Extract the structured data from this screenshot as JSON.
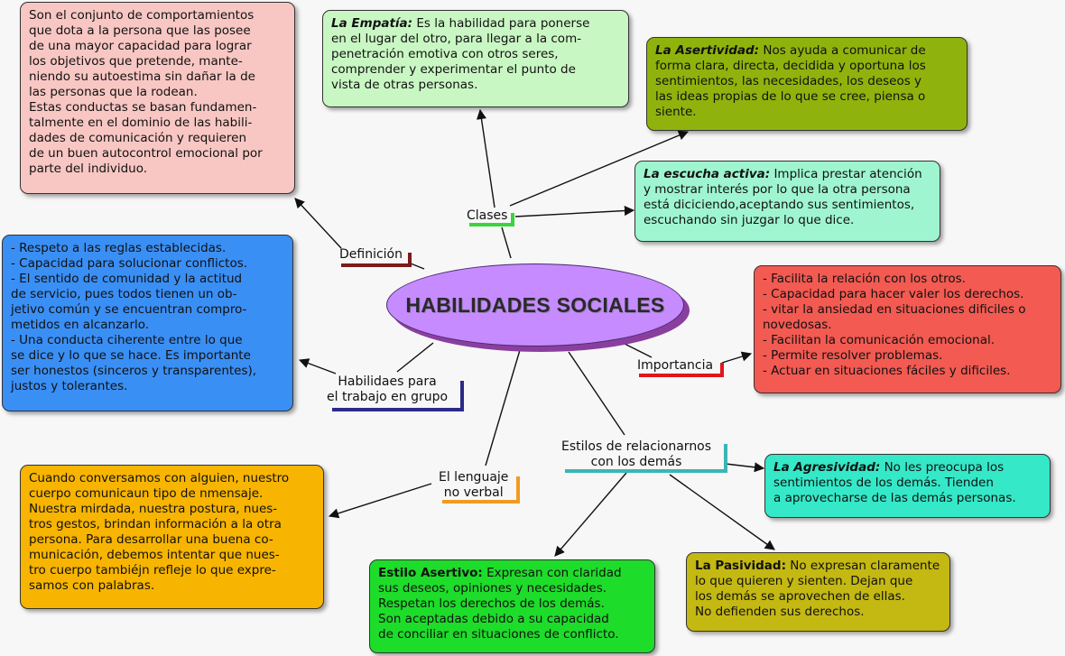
{
  "center": {
    "title": "HABILIDADES SOCIALES"
  },
  "labels": {
    "definicion": "Definición",
    "clases": "Clases",
    "importancia": "Importancia",
    "grupo": [
      "Habilidaes para",
      "el trabajo en grupo"
    ],
    "lenguaje": [
      "El lenguaje",
      "no verbal"
    ],
    "estilos": [
      "Estilos de relacionarnos",
      "con los demás"
    ]
  },
  "boxes": {
    "definicion": {
      "lines": [
        "Son el conjunto de comportamientos",
        "que dota a la persona que las posee",
        "de una mayor capacidad para lograr",
        "los objetivos que pretende, mante-",
        "niendo su autoestima sin dañar la de",
        "las personas que la rodean.",
        "Estas conductas se basan fundamen-",
        "talmente en el dominio de las habili-",
        "dades de comunicación y requieren",
        "de un buen autocontrol emocional por",
        "parte del individuo."
      ]
    },
    "empatia": {
      "title": "La Empatía:",
      "first": "Es la habilidad para ponerse",
      "lines": [
        "en el lugar del otro, para llegar a la com-",
        "penetración emotiva con otros seres,",
        "comprender y experimentar el punto de",
        "vista de otras personas."
      ]
    },
    "asertividad": {
      "title": "La Asertividad:",
      "first": "Nos ayuda a comunicar de",
      "lines": [
        "forma clara, directa, decidida y oportuna los",
        "sentimientos, las necesidades, los deseos y",
        "las ideas propias de lo que se cree, piensa o",
        "siente."
      ]
    },
    "escucha": {
      "title": "La escucha activa:",
      "first": "Implica prestar atención",
      "lines": [
        "y mostrar interés por lo que la otra persona",
        "está diciciendo,aceptando sus sentimientos,",
        "escuchando sin juzgar lo que dice."
      ]
    },
    "grupo": {
      "lines": [
        "- Respeto a las reglas establecidas.",
        "- Capacidad para solucionar conflictos.",
        "- El sentido de comunidad y la actitud",
        "de servicio, pues todos tienen un ob-",
        "jetivo común y se encuentran compro-",
        "metidos en alcanzarlo.",
        "- Una conducta ciherente entre lo que",
        "se dice y lo que se hace. Es importante",
        "ser honestos (sinceros y transparentes),",
        "justos y tolerantes."
      ]
    },
    "importancia": {
      "lines": [
        "- Facilita la relación con los otros.",
        "- Capacidad para hacer valer los derechos.",
        "- vitar la ansiedad en situaciones dificiles o",
        "novedosas.",
        "- Facilitan la comunicación emocional.",
        "- Permite resolver problemas.",
        "- Actuar en situaciones fáciles y dificiles."
      ]
    },
    "agresividad": {
      "title": "La Agresividad:",
      "first": "No les preocupa los",
      "lines": [
        "sentimientos de los demás. Tienden",
        "a aprovecharse de las demás personas."
      ]
    },
    "lenguaje": {
      "lines": [
        "Cuando conversamos con alguien, nuestro",
        "cuerpo comunicaun tipo de nmensaje.",
        "Nuestra mirdada, nuestra postura, nues-",
        "tros gestos, brindan información a la otra",
        "persona. Para desarrollar una buena co-",
        "municación, debemos intentar que nues-",
        "tro cuerpo tambiéjn refleje lo que expre-",
        "samos con palabras."
      ]
    },
    "asertivo": {
      "title": "Estilo Asertivo:",
      "first": "Expresan con claridad",
      "lines": [
        "sus deseos, opiniones y necesidades.",
        "Respetan los derechos de los demás.",
        "Son aceptadas debido a su capacidad",
        "de conciliar en situaciones de conflicto."
      ]
    },
    "pasividad": {
      "title": "La Pasividad:",
      "first": "No expresan claramente",
      "lines": [
        "lo que quieren y sienten. Dejan que",
        "los demás se aprovechen de ellas.",
        "No defienden sus derechos."
      ]
    }
  },
  "colors": {
    "definicion": "#f8c7c3",
    "empatia": "#c9f7c3",
    "asertividad": "#8fb30c",
    "escucha": "#9ef5cf",
    "grupo": "#3a8ff5",
    "importancia": "#f25a52",
    "agresividad": "#34e8c8",
    "lenguaje": "#f7b400",
    "asertivo": "#1edc2a",
    "pasividad": "#c4b812",
    "center": "#c58bff"
  }
}
